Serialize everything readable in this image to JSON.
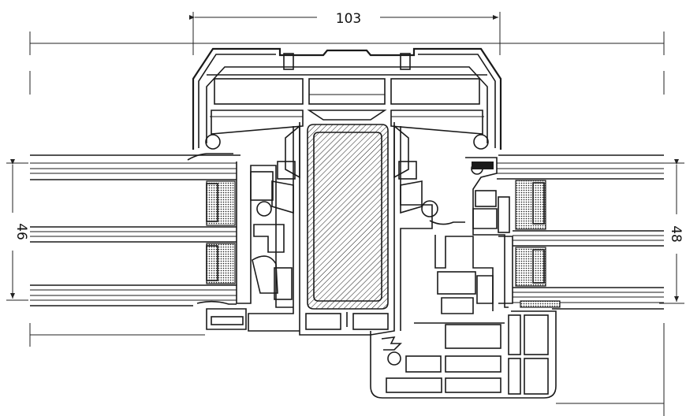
{
  "dimensions": {
    "top_width": "103",
    "left_glass": "46",
    "right_glass": "48"
  },
  "colors": {
    "line": "#1a1a1a",
    "background": "#ffffff"
  }
}
